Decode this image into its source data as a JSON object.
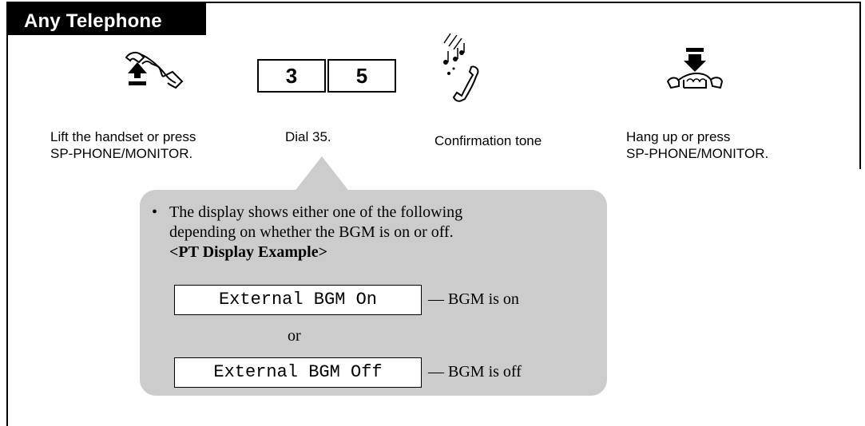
{
  "header": {
    "title": "Any Telephone"
  },
  "steps": [
    {
      "icon": "handset-lift-icon",
      "caption_line1": "Lift the handset or press",
      "caption_line2": "SP-PHONE/MONITOR."
    },
    {
      "keys": [
        "3",
        "5"
      ],
      "caption": "Dial 35."
    },
    {
      "icon": "confirmation-tone-icon",
      "caption": "Confirmation tone"
    },
    {
      "icon": "hang-up-icon",
      "caption_line1": "Hang up or press",
      "caption_line2": "SP-PHONE/MONITOR."
    }
  ],
  "note": {
    "bullet": "•",
    "line1": "The display shows either one of the following",
    "line2": "depending on whether the BGM is on or off.",
    "example_heading": "<PT Display Example>",
    "display_on": "External BGM On",
    "display_on_desc": "— BGM is on",
    "or": "or",
    "display_off": "External BGM Off",
    "display_off_desc": "— BGM is off"
  },
  "colors": {
    "header_bg": "#000000",
    "header_text": "#ffffff",
    "callout_bg": "#cccccc"
  }
}
